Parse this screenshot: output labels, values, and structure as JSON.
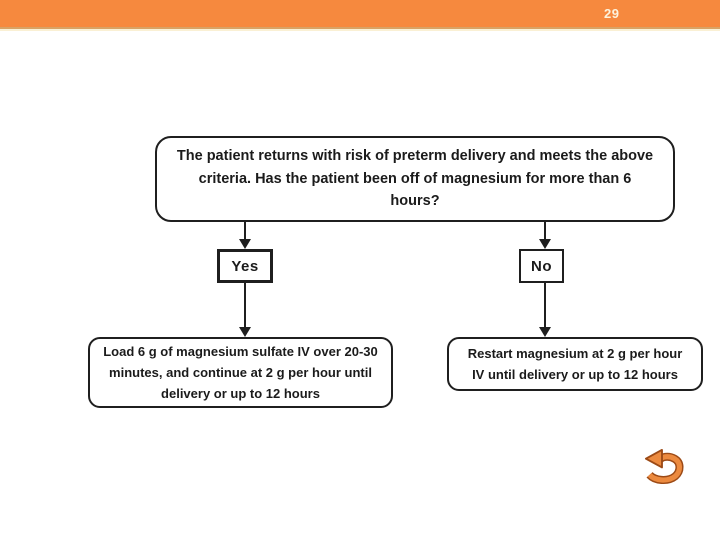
{
  "slide": {
    "page_number": "29",
    "colors": {
      "top_bar_orange": "#f6893e",
      "top_bar_shade": "#d9a264",
      "top_bar_highlight": "#faf0d4",
      "flow_line_black": "#1f1f1f",
      "return_icon_orange": "#ec8a3f",
      "return_icon_outline": "#9c4a16"
    }
  },
  "flowchart": {
    "question_box": {
      "text": "The patient returns with risk of preterm delivery and meets the above criteria. Has the patient been off of magnesium for more than 6 hours?"
    },
    "yes_label": "Yes",
    "no_label": "No",
    "yes_outcome_box": {
      "text": "Load 6 g of magnesium sulfate IV over 20-30 minutes, and continue at 2 g per hour until delivery or up to 12 hours"
    },
    "no_outcome_box": {
      "text": "Restart magnesium at 2 g per hour IV until delivery or up to 12 hours"
    }
  },
  "icons": {
    "return_arrow": "curved-return-arrow"
  }
}
